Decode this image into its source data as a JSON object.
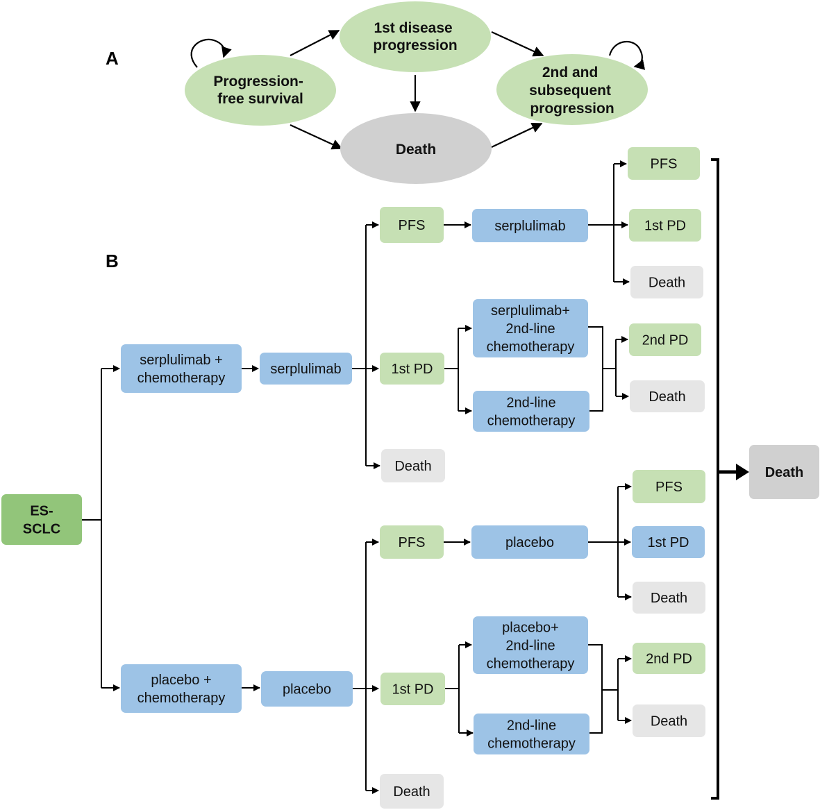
{
  "colors": {
    "green_light": "#c6e0b4",
    "green_dark": "#92c57a",
    "blue": "#9dc3e6",
    "gray_light": "#e6e6e6",
    "gray": "#d0d0d0",
    "arrow": "#000000"
  },
  "panel_a": {
    "label": "A",
    "states": {
      "pfs": [
        "Progression-",
        "free survival"
      ],
      "first_pd": [
        "1st disease",
        "progression"
      ],
      "second_pd": [
        "2nd and",
        "subsequent",
        "progression"
      ],
      "death": [
        "Death"
      ]
    }
  },
  "panel_b": {
    "label": "B",
    "root": [
      "ES-",
      "SCLC"
    ],
    "arm_serplulimab": {
      "first_line": [
        "serplulimab +",
        "chemotherapy"
      ],
      "maintenance": [
        "serplulimab"
      ],
      "pfs": [
        "PFS"
      ],
      "pfs_treatment": [
        "serplulimab"
      ],
      "pfs_out_pfs": [
        "PFS"
      ],
      "pfs_out_pd": [
        "1st PD"
      ],
      "pfs_out_death": [
        "Death"
      ],
      "first_pd": [
        "1st PD"
      ],
      "pd_option_1": [
        "serplulimab+",
        "2nd-line",
        "chemotherapy"
      ],
      "pd_option_2": [
        "2nd-line",
        "chemotherapy"
      ],
      "pd_out_second": [
        "2nd PD"
      ],
      "pd_out_death": [
        "Death"
      ],
      "death": [
        "Death"
      ]
    },
    "arm_placebo": {
      "first_line": [
        "placebo +",
        "chemotherapy"
      ],
      "maintenance": [
        "placebo"
      ],
      "pfs": [
        "PFS"
      ],
      "pfs_treatment": [
        "placebo"
      ],
      "pfs_out_pfs": [
        "PFS"
      ],
      "pfs_out_pd": [
        "1st PD"
      ],
      "pfs_out_death": [
        "Death"
      ],
      "first_pd": [
        "1st PD"
      ],
      "pd_option_1": [
        "placebo+",
        "2nd-line",
        "chemotherapy"
      ],
      "pd_option_2": [
        "2nd-line",
        "chemotherapy"
      ],
      "pd_out_second": [
        "2nd PD"
      ],
      "pd_out_death": [
        "Death"
      ],
      "death": [
        "Death"
      ]
    },
    "final_death": [
      "Death"
    ]
  }
}
